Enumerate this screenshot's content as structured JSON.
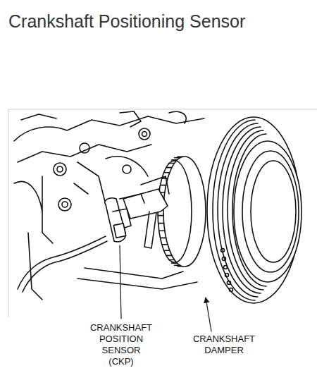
{
  "diagram": {
    "title": "Crankshaft Positioning Sensor",
    "labels": [
      "CRANKSHAFT POSITION SENSOR (CKP)",
      "CRANKSHAFT DAMPER"
    ]
  }
}
